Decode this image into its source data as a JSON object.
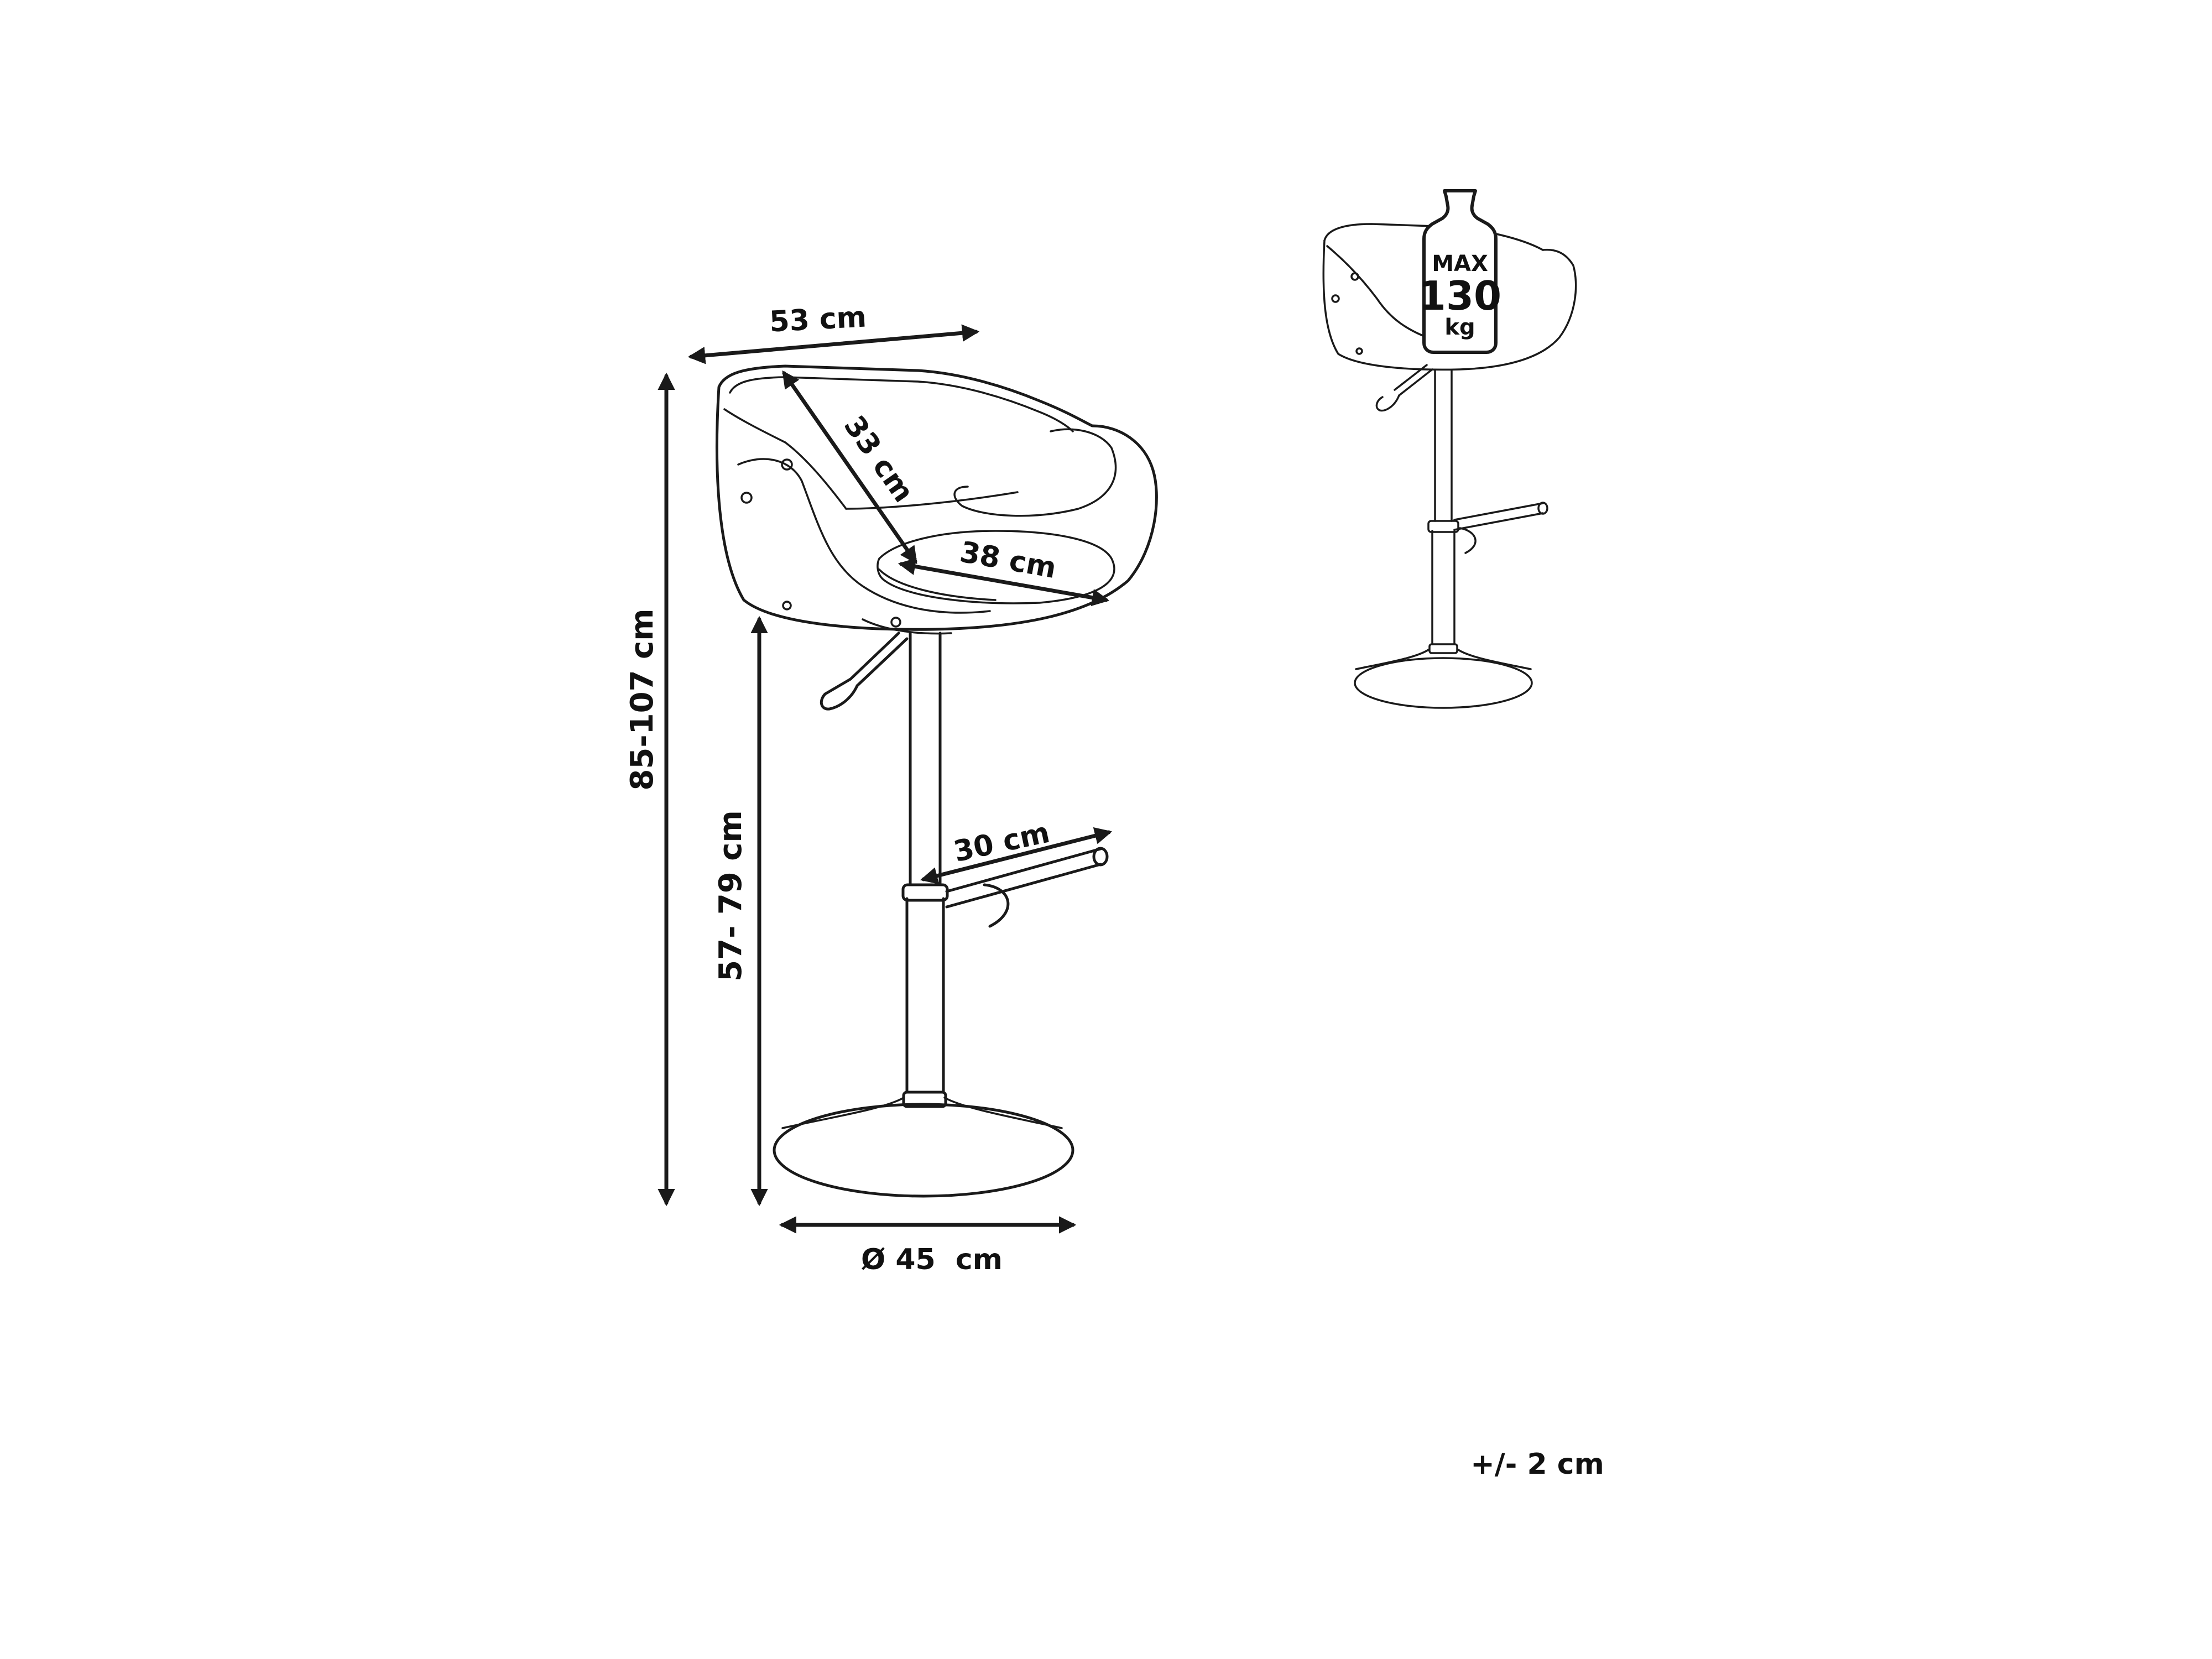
{
  "dimensions": {
    "width_top": "53 cm",
    "backrest_depth": "33 cm",
    "seat_depth": "38 cm",
    "total_height": "85-107 cm",
    "seat_height": "57- 79 cm",
    "footrest": "30 cm",
    "base_diameter": "Ø 45  cm"
  },
  "weight_badge": {
    "max_label": "MAX",
    "value": "130",
    "unit": "kg"
  },
  "tolerance": "+/- 2 cm",
  "colors": {
    "line": "#1a1a1a",
    "background": "#ffffff"
  }
}
